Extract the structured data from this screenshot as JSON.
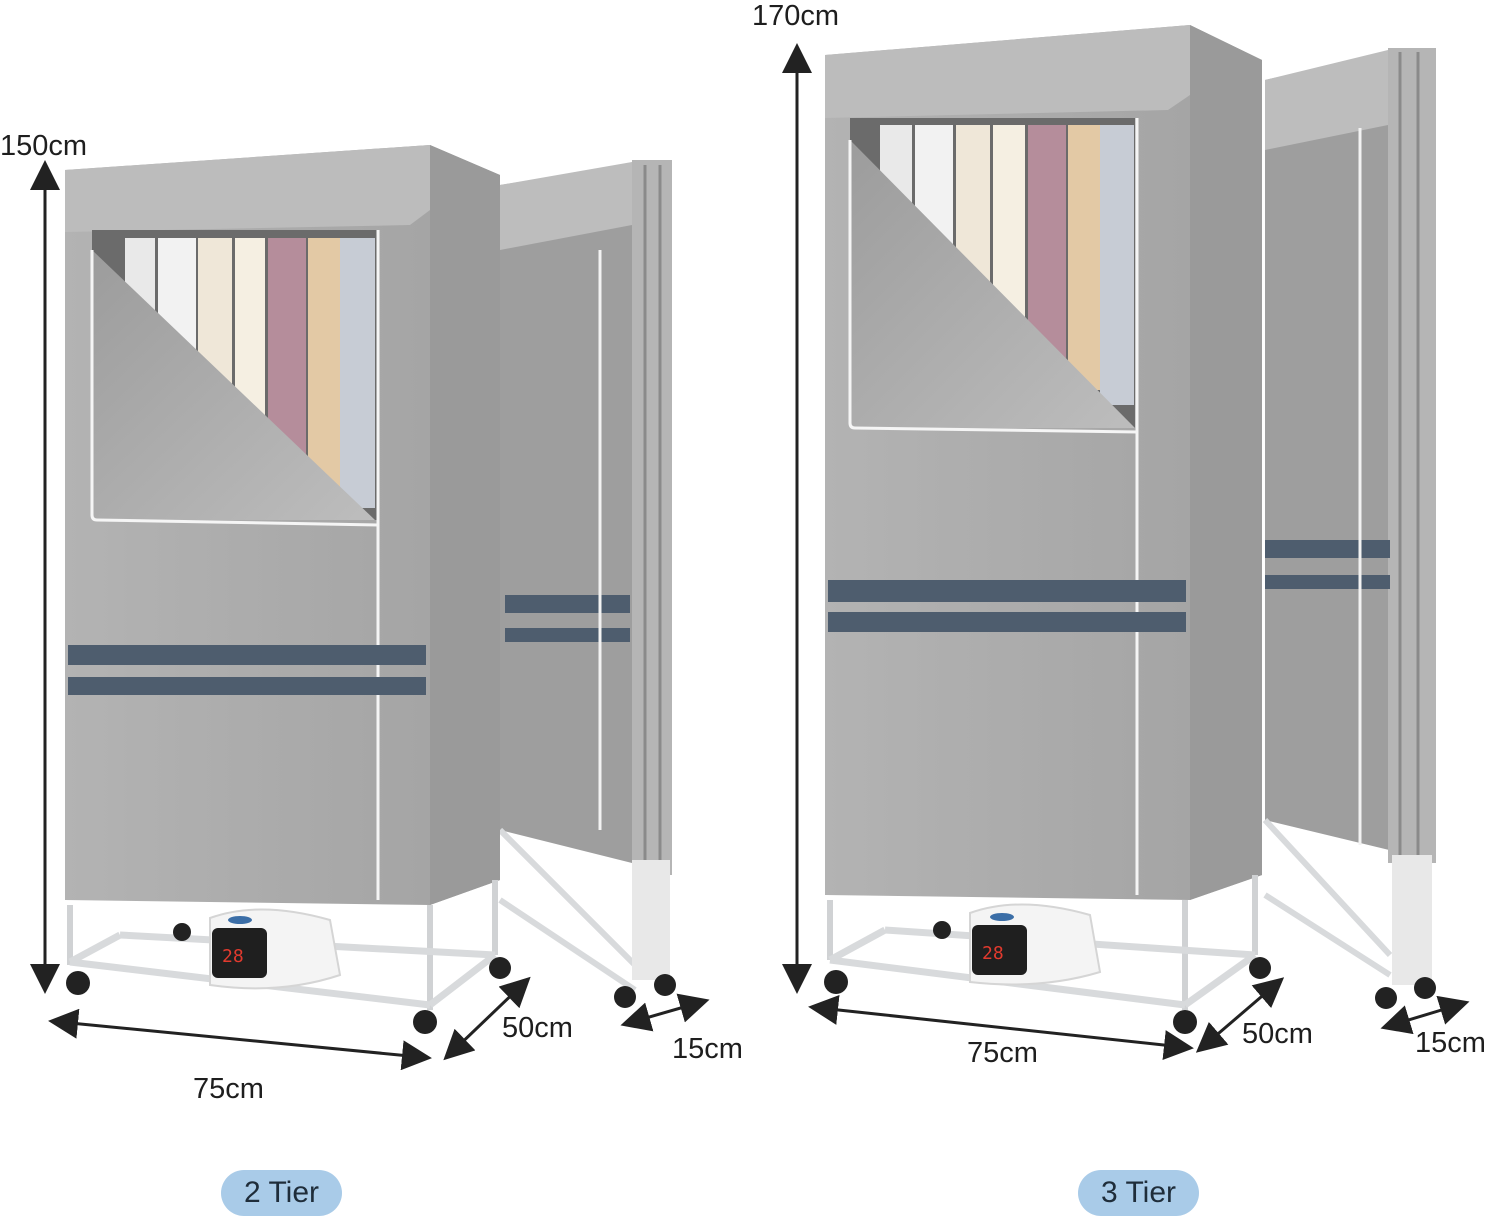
{
  "products": [
    {
      "tier_label": "2 Tier",
      "dimensions": {
        "height": "150cm",
        "width": "75cm",
        "depth": "50cm",
        "folded": "15cm"
      }
    },
    {
      "tier_label": "3 Tier",
      "dimensions": {
        "height": "170cm",
        "width": "75cm",
        "depth": "50cm",
        "folded": "15cm"
      }
    }
  ],
  "colors": {
    "cover": "#a9a9a9",
    "cover_dark": "#8f8f8f",
    "stripe": "#4e5d6e",
    "frame": "#d8dadc",
    "pill": "#a9cbe8",
    "arrow": "#222222"
  }
}
